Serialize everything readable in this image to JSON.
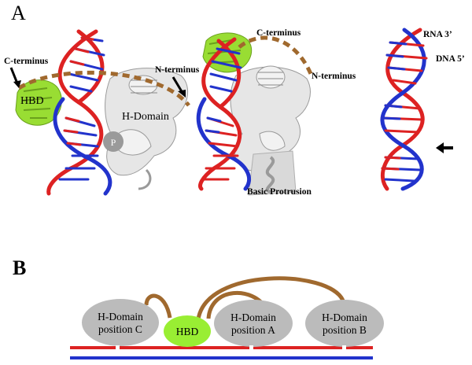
{
  "panel_a": {
    "letter": "A",
    "left": {
      "c_terminus": "C-terminus",
      "n_terminus": "N-terminus",
      "hbd": "HBD",
      "h_domain": "H-Domain",
      "p": "P"
    },
    "middle": {
      "c_terminus": "C-terminus",
      "n_terminus": "N-terminus",
      "basic_protrusion": "Basic Protrusion"
    },
    "right": {
      "rna_3": "RNA 3’",
      "dna_5": "DNA 5’"
    }
  },
  "panel_b": {
    "letter": "B",
    "domains": [
      {
        "line1": "H-Domain",
        "line2": "position C"
      },
      {
        "line1": "HBD",
        "line2": ""
      },
      {
        "line1": "H-Domain",
        "line2": "position A"
      },
      {
        "line1": "H-Domain",
        "line2": "position B"
      }
    ]
  },
  "colors": {
    "rna": "#dd2222",
    "dna": "#2233cc",
    "linker": "#a0692e",
    "hbd": "#99dd33",
    "h_domain": "#bbbbbb"
  }
}
